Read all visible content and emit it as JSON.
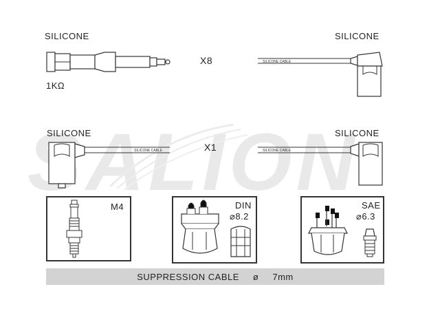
{
  "top_left": {
    "label": "SILICONE",
    "resistance": "1KΩ"
  },
  "top_right": {
    "label": "SILICONE"
  },
  "top_multiplier": "X8",
  "mid_left": {
    "label": "SILICONE"
  },
  "mid_right": {
    "label": "SILICONE"
  },
  "mid_multiplier": "X1",
  "cable_print": "SILICONE CABLE",
  "boxes": {
    "m4": {
      "label": "M4"
    },
    "din": {
      "label": "DIN",
      "size": "⌀8.2"
    },
    "sae": {
      "label": "SAE",
      "size": "⌀6.3"
    }
  },
  "footer": {
    "text": "SUPPRESSION CABLE",
    "symbol": "ø",
    "size": "7mm"
  },
  "watermark": "SALION"
}
